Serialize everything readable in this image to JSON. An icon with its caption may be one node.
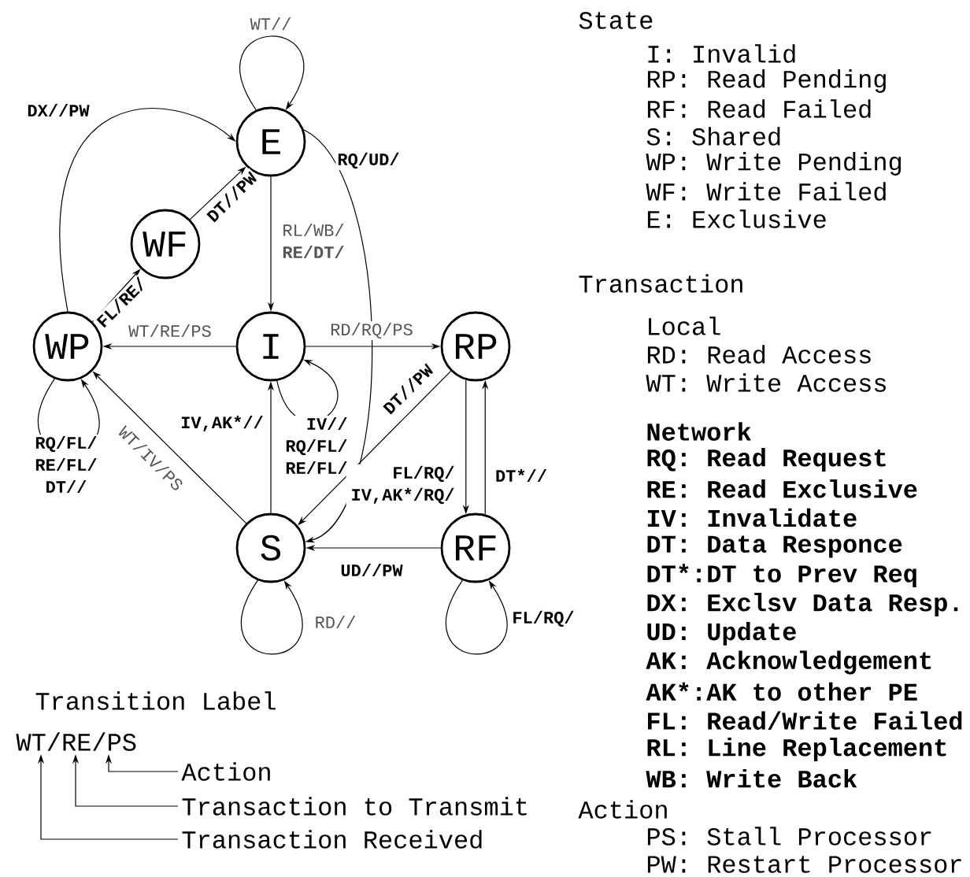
{
  "diagram": {
    "nodes": [
      {
        "text": [
          "E"
        ]
      },
      {
        "text": [
          "WF"
        ]
      },
      {
        "text": [
          "WP"
        ]
      },
      {
        "text": [
          "I"
        ]
      },
      {
        "text": [
          "RP"
        ]
      },
      {
        "text": [
          "S"
        ]
      },
      {
        "text": [
          "RF"
        ]
      },
      {
        "text": [
          "WT/RE/PS"
        ]
      },
      {
        "text": [
          "Action"
        ]
      },
      {
        "text": [
          "Transaction to Transmit"
        ]
      },
      {
        "text": [
          "Transaction Received"
        ]
      }
    ],
    "edges": [
      {
        "from": 0,
        "to": 0,
        "arrow": "to",
        "label": "WT//"
      },
      {
        "from": 2,
        "to": 0,
        "arrow": "to",
        "label": "DX//PW"
      },
      {
        "from": 1,
        "to": 0,
        "arrow": "to",
        "label": "DT//PW"
      },
      {
        "from": 2,
        "to": 1,
        "arrow": "to",
        "label": "FL/RE/"
      },
      {
        "from": 0,
        "to": 3,
        "arrow": "to",
        "label": "RL/WB/ **RE/DT/**"
      },
      {
        "from": 0,
        "to": 5,
        "arrow": "to",
        "label": "RQ/UD/"
      },
      {
        "from": 3,
        "to": 2,
        "arrow": "to",
        "label": "WT/RE/PS"
      },
      {
        "from": 3,
        "to": 4,
        "arrow": "to",
        "label": "RD/RQ/PS"
      },
      {
        "from": 3,
        "to": 3,
        "arrow": "to",
        "label": "IV// RQ/FL/ RE/FL/"
      },
      {
        "from": 2,
        "to": 2,
        "arrow": "to",
        "label": "RQ/FL/ RE/FL/ DT//"
      },
      {
        "from": 5,
        "to": 2,
        "arrow": "to",
        "label": "WT/IV/PS"
      },
      {
        "from": 5,
        "to": 3,
        "arrow": "to",
        "label": "IV,AK*//"
      },
      {
        "from": 4,
        "to": 5,
        "arrow": "to",
        "label": "DT//PW"
      },
      {
        "from": 4,
        "to": 6,
        "arrow": "to",
        "label": "FL/RQ/ IV,AK*/RQ/"
      },
      {
        "from": 6,
        "to": 4,
        "arrow": "to",
        "label": "DT*//"
      },
      {
        "from": 6,
        "to": 5,
        "arrow": "to",
        "label": "UD//PW"
      },
      {
        "from": 5,
        "to": 5,
        "arrow": "to",
        "label": "RD//"
      },
      {
        "from": 6,
        "to": 6,
        "arrow": "to",
        "label": "FL/RQ/"
      },
      {
        "from": 8,
        "to": 7,
        "arrow": "to"
      },
      {
        "from": 9,
        "to": 7,
        "arrow": "to"
      },
      {
        "from": 10,
        "to": 7,
        "arrow": "to"
      }
    ],
    "labels": [
      "State",
      "I: Invalid",
      "RP: Read Pending",
      "RF: Read Failed",
      "S: Shared",
      "WP: Write Pending",
      "WF: Write Failed",
      "E: Exclusive",
      "Transaction",
      "Local",
      "RD: Read Access",
      "WT: Write Access",
      "Network",
      "RQ: Read Request",
      "RE: Read Exclusive",
      "IV: Invalidate",
      "DT: Data Responce",
      "DT*:DT to Prev Req",
      "DX: Exclsv Data Resp.",
      "UD: Update",
      "AK: Acknowledgement",
      "AK*:AK to other PE",
      "FL: Read/Write Failed",
      "RL: Line Replacement",
      "WB: Write Back",
      "Action",
      "PS: Stall Processor",
      "PW: Restart Processor",
      "Transition Label"
    ]
  }
}
